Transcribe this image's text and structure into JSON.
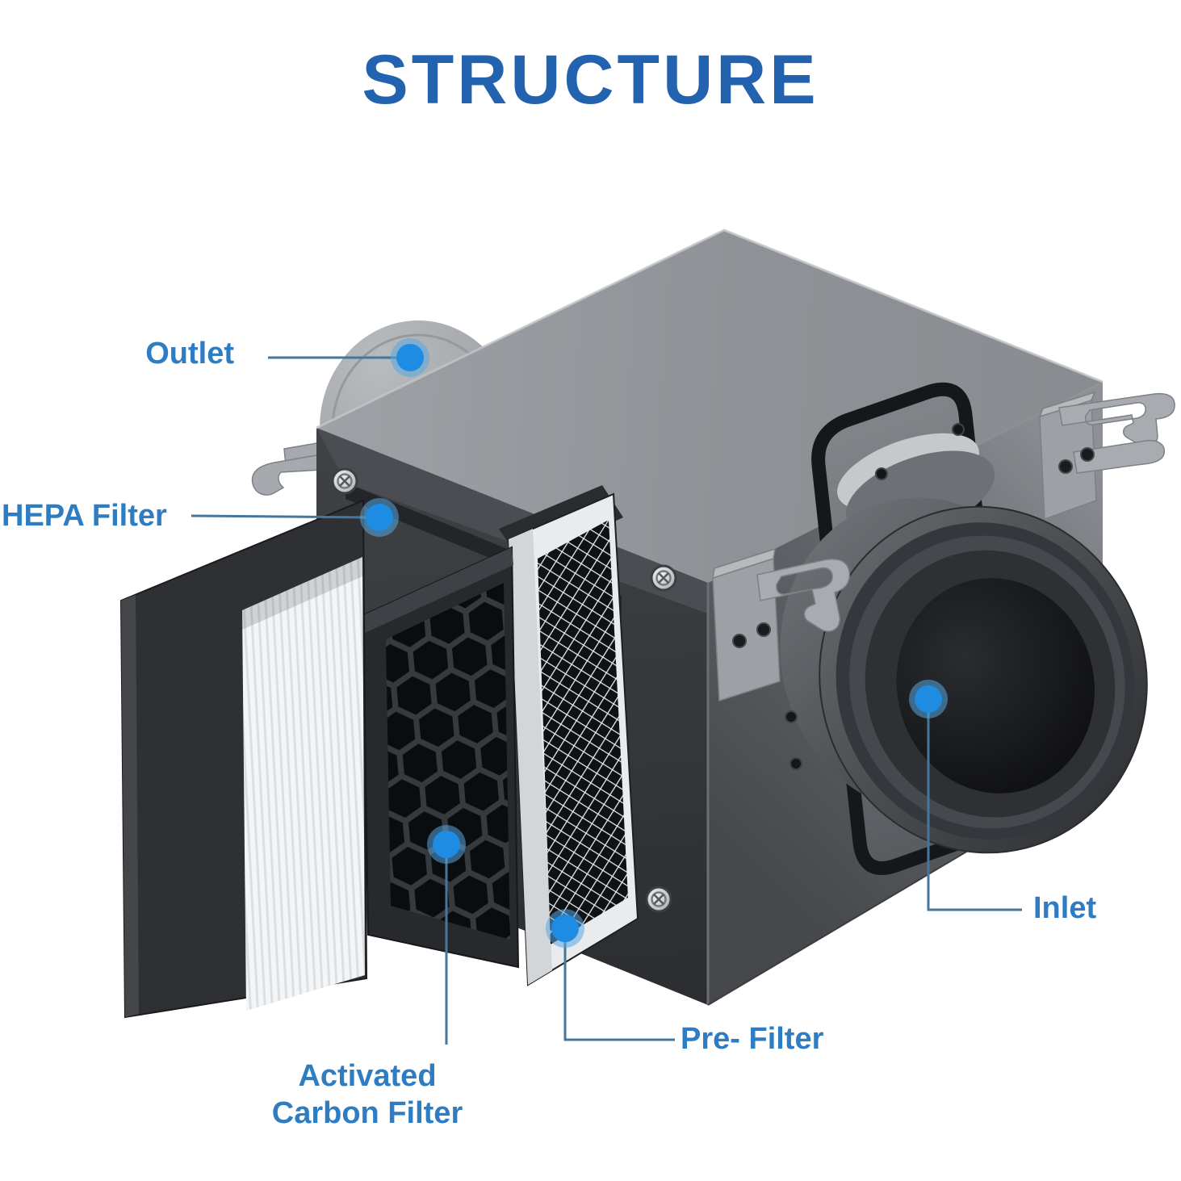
{
  "title": "STRUCTURE",
  "labels": {
    "outlet": "Outlet",
    "hepa_filter": "HEPA Filter",
    "inlet": "Inlet",
    "pre_filter": "Pre- Filter",
    "activated_carbon_line1": "Activated",
    "activated_carbon_line2": "Carbon Filter"
  },
  "colors": {
    "title_blue": "#2262ae",
    "label_blue": "#2e7dc3",
    "callout_line": "#45779c",
    "callout_dot": "#1d8ce2",
    "background": "#ffffff"
  },
  "diagram": {
    "type": "product-structure-callout",
    "parts": [
      {
        "id": "outlet",
        "label": "Outlet"
      },
      {
        "id": "hepa-filter",
        "label": "HEPA Filter"
      },
      {
        "id": "activated-carbon-filter",
        "label": "Activated Carbon Filter"
      },
      {
        "id": "pre-filter",
        "label": "Pre- Filter"
      },
      {
        "id": "inlet",
        "label": "Inlet"
      }
    ]
  }
}
